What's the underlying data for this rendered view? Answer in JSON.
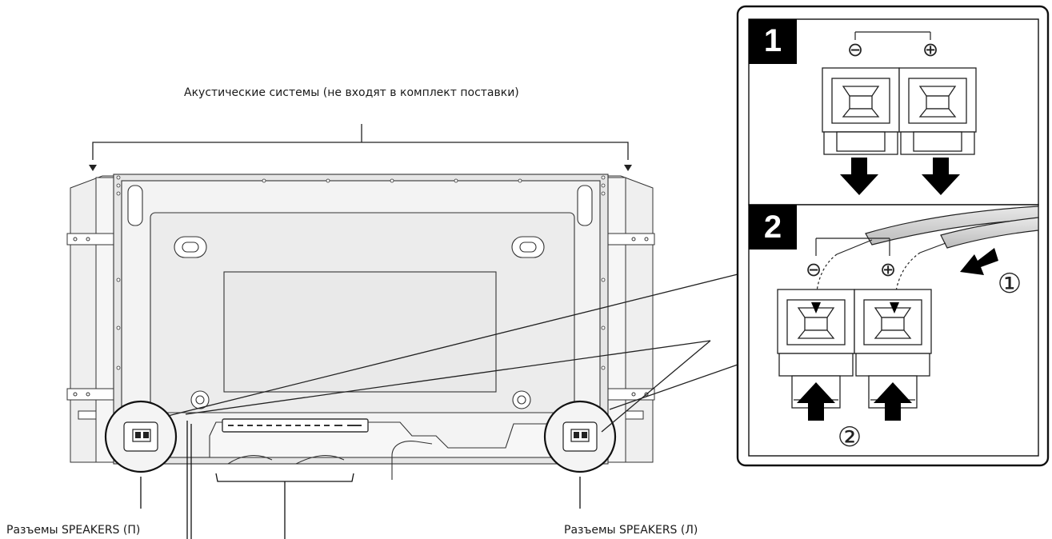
{
  "labels": {
    "speakers_note": "Акустические системы (не входят в комплект поставки)",
    "speakers_right_jack": "Разъемы SPEAKERS (П)",
    "speakers_left_jack": "Разъемы SPEAKERS (Л)"
  },
  "steps": [
    {
      "number": "1"
    },
    {
      "number": "2"
    }
  ],
  "polarity": {
    "minus": "⊖",
    "plus": "⊕"
  },
  "substeps": [
    "①",
    "②"
  ]
}
